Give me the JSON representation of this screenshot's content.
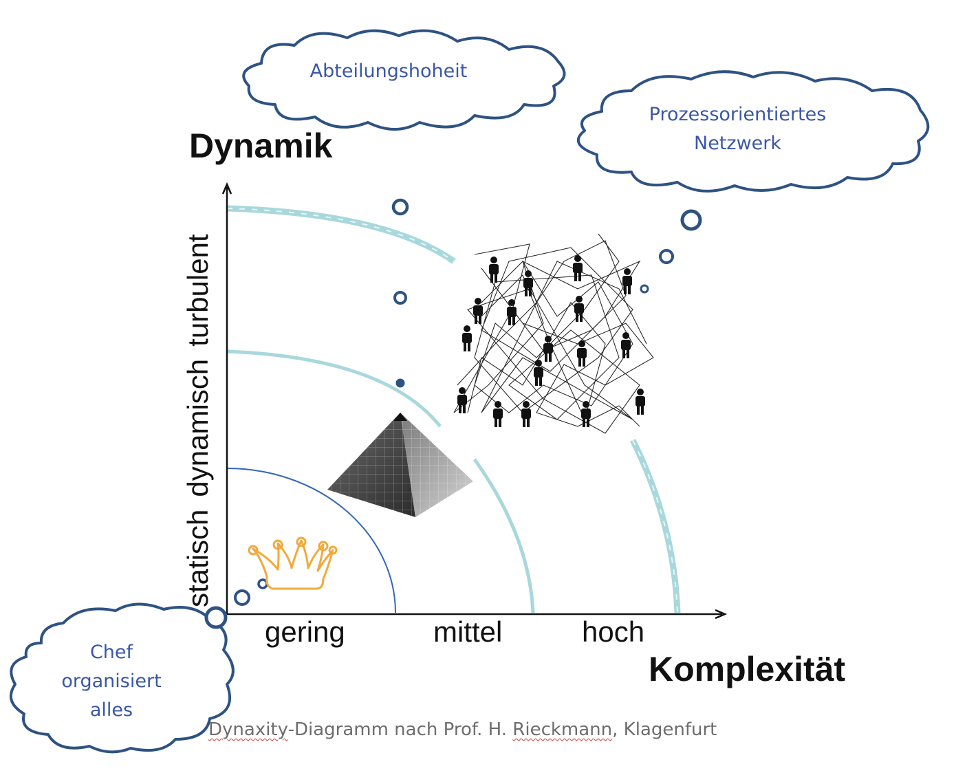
{
  "axes": {
    "y_title": "Dynamik",
    "x_title": "Komplexität",
    "y_levels": [
      "statisch",
      "dynamisch",
      "turbulent"
    ],
    "x_levels": [
      "gering",
      "mittel",
      "hoch"
    ]
  },
  "clouds": {
    "top": {
      "text": "Abteilungshoheit"
    },
    "top_right": {
      "line1": "Prozessorientiertes",
      "line2": "Netzwerk"
    },
    "bottom_left": {
      "line1": "Chef",
      "line2": "organisiert",
      "line3": "alles"
    }
  },
  "caption": {
    "w1": "Dynaxity",
    "w2": "-Diagramm nach Prof. H. ",
    "w3": "Rieckmann",
    "w4": ", Klagenfurt"
  },
  "icons": [
    "crown-icon",
    "pyramid-icon",
    "people-network-icon"
  ],
  "colors": {
    "cloud_outline": "#2e5283",
    "cloud_text": "#3a57a6",
    "inner_arc": "#3567b7",
    "outer_arcs": "#a8d8dc",
    "crown": "#f2a93b",
    "caption": "#6d6d6d"
  }
}
